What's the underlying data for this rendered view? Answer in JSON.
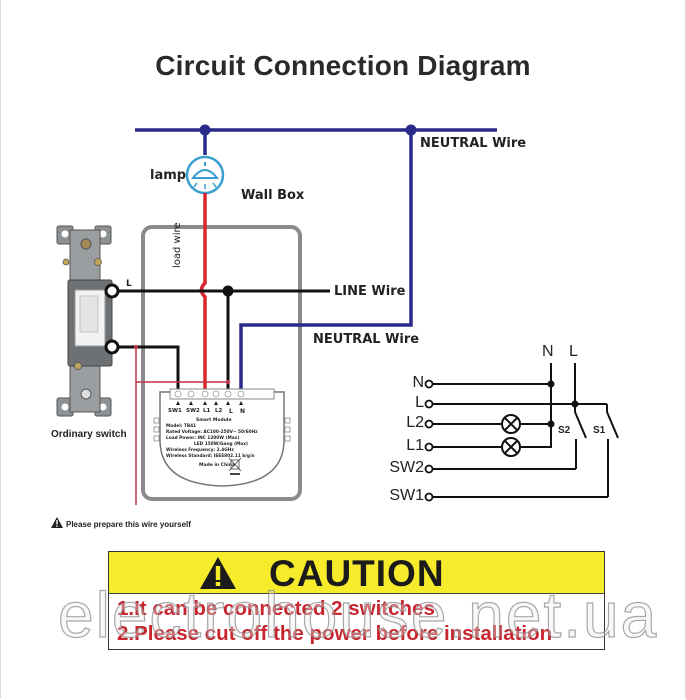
{
  "title": "Circuit Connection Diagram",
  "colors": {
    "neutral": "#2a2a8a",
    "load": "#d9262b",
    "line": "#111111",
    "box": "#8a8a8a",
    "lamp": "#3a9fd0",
    "caution_bg": "#f7ec2b",
    "caution_text": "#c8262f"
  },
  "labels": {
    "neutral_top": "NEUTRAL Wire",
    "lamp": "lamp",
    "wall_box": "Wall Box",
    "load_wire": "load wire",
    "switch_l": "L",
    "line_wire": "LINE Wire",
    "neutral_mid": "NEUTRAL Wire",
    "ordinary_switch": "Ordinary switch",
    "prepare_wire": "Please prepare this wire yourself"
  },
  "module": {
    "terminals": [
      "SW1",
      "SW2",
      "L1",
      "L2",
      "L",
      "N"
    ],
    "name": "Smart Module",
    "spec_lines": [
      "Model: TB41",
      "Rated Voltage: AC100-250V~ 50/60Hz",
      "Load Power: INC 1200W (Max)",
      "LED 150W/Gang (Max)",
      "Wireless Frequency: 2.4GHz",
      "Wireless Standard: IEEE802.11 b/g/n"
    ],
    "made_in": "Made in China"
  },
  "schematic": {
    "top_labels": [
      "N",
      "L"
    ],
    "terminals": [
      "N",
      "L",
      "L2",
      "L1",
      "SW2",
      "SW1"
    ],
    "switches": [
      "S2",
      "S1"
    ]
  },
  "caution": {
    "heading": "CAUTION",
    "lines": [
      "1.It can be connected 2 switches",
      "2.Please cut off the power before installation"
    ]
  },
  "watermark": "electrohouse.net.ua"
}
